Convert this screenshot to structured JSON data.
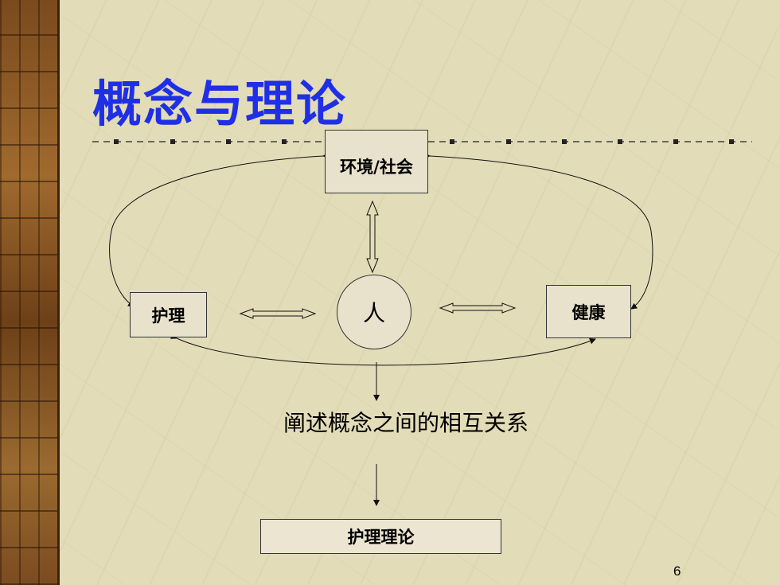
{
  "slide": {
    "title": "概念与理论",
    "page_number": "6"
  },
  "diagram": {
    "environment_label": "环境/社会",
    "nursing_label": "护理",
    "person_label": "人",
    "health_label": "健康",
    "relation_text": "阐述概念之间的相互关系",
    "theory_label": "护理理论"
  },
  "colors": {
    "title": "#1f2fe6",
    "background": "#e3dcb8",
    "side_band": "#7a4a1e"
  }
}
